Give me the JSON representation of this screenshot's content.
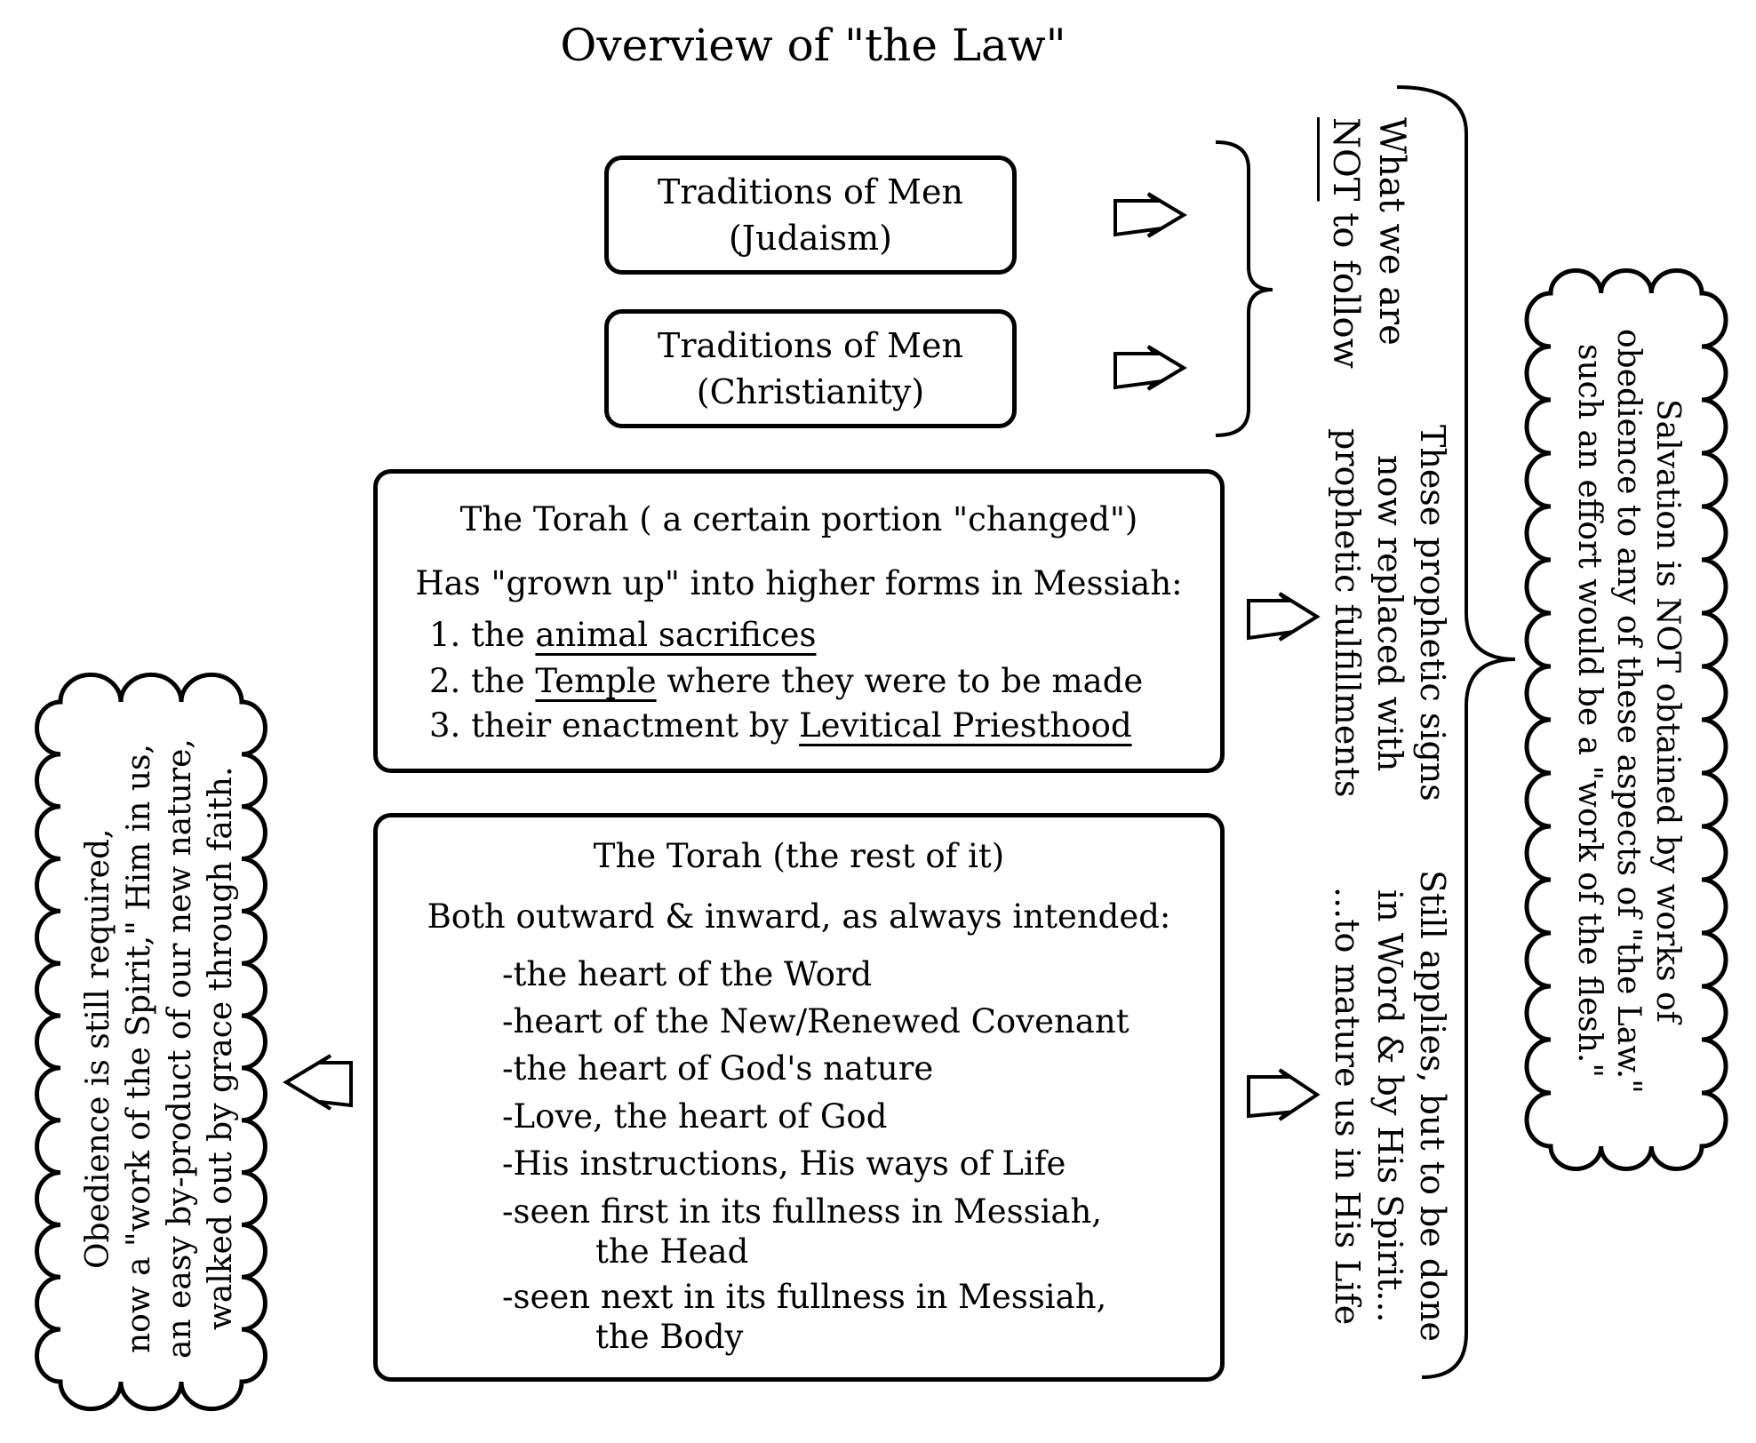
{
  "title": "Overview of \"the Law\"",
  "traditions_judaism": {
    "line1": "Traditions of Men",
    "line2": "(Judaism)"
  },
  "traditions_christianity": {
    "line1": "Traditions of Men",
    "line2": "(Christianity)"
  },
  "not_follow": {
    "line1": "What we are",
    "line2_underlined": "NOT",
    "line2_rest": " to follow"
  },
  "torah_changed": {
    "heading": "The Torah ( a certain portion \"changed\")",
    "subheading": "Has \"grown up\" into higher forms in Messiah:",
    "items": [
      {
        "prefix": "1. the ",
        "underlined": "animal sacrifices",
        "suffix": ""
      },
      {
        "prefix": "2. the ",
        "underlined": "Temple",
        "suffix": " where they were to be made"
      },
      {
        "prefix": "3. their enactment by ",
        "underlined": "Levitical Priesthood",
        "suffix": ""
      }
    ]
  },
  "prophetic": {
    "lines": [
      "These prophetic signs",
      "now replaced with",
      "prophetic fulfillments"
    ]
  },
  "torah_rest": {
    "heading": "The Torah (the rest of it)",
    "subheading": "Both outward & inward, as always intended:",
    "items": [
      "-the heart of the Word",
      "-heart of the New/Renewed Covenant",
      "-the heart of God's nature",
      "-Love, the heart of God",
      "-His instructions, His ways of Life",
      "-seen first in its fullness in Messiah,",
      "the Head",
      "-seen next in its fullness in Messiah,",
      "the Body"
    ]
  },
  "still_applies": {
    "lines": [
      "Still applies, but to be done",
      "in Word & by His Spirit...",
      "...to mature us in His Life"
    ]
  },
  "salvation_cloud": {
    "lines": [
      "Salvation is NOT obtained by works of",
      "obedience to any of these aspects of \"the Law.\"",
      "such an effort would be a \"work of the flesh.\""
    ]
  },
  "obedience_cloud": {
    "lines": [
      "Obedience is still required,",
      "now a \"work of the Spirit,\" Him in us,",
      "an easy by-product of our new nature,",
      "walked out by grace through faith."
    ]
  }
}
